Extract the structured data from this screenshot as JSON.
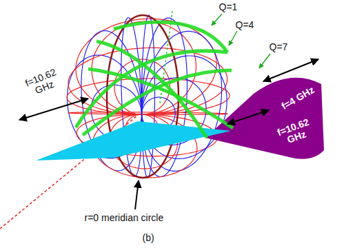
{
  "diagram": {
    "caption": "(b)",
    "labels": [
      "Q=1",
      "Q=4",
      "Q=7",
      "f=4 GHz",
      "f=10.62 GHz",
      "f=10.62 GHz",
      "r=0 meridian circle"
    ]
  }
}
